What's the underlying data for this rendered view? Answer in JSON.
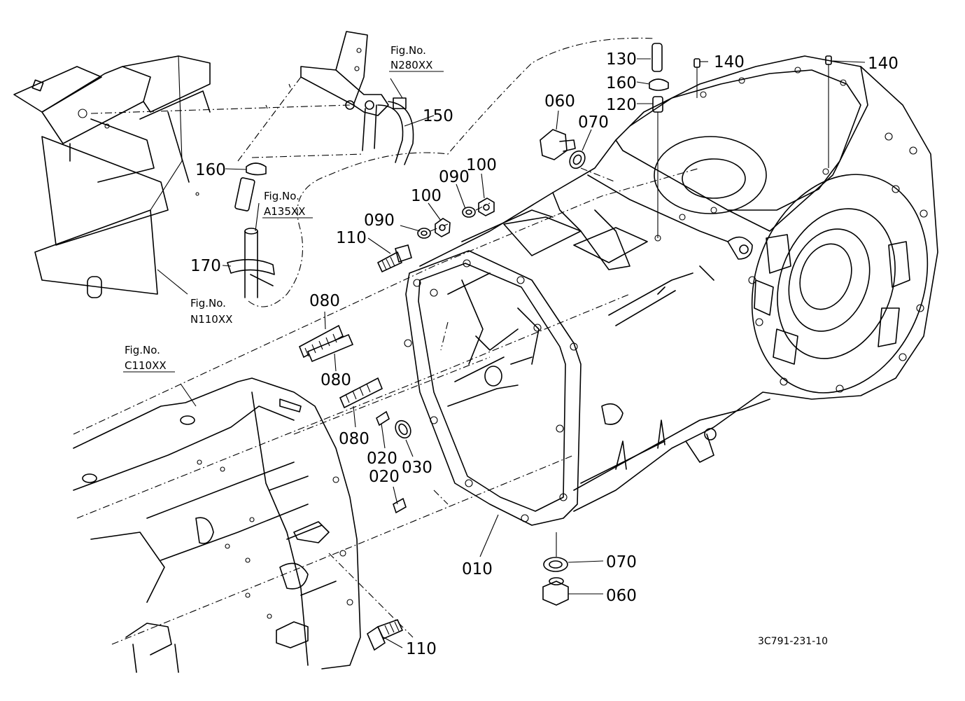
{
  "drawing_code": "3C791-231-10",
  "fig_refs": [
    {
      "line1": "Fig.No.",
      "line2": "N280XX"
    },
    {
      "line1": "Fig.No.",
      "line2": "A135XX"
    },
    {
      "line1": "Fig.No.",
      "line2": "N110XX"
    },
    {
      "line1": "Fig.No.",
      "line2": "C110XX"
    }
  ],
  "callouts": [
    "130",
    "140",
    "140",
    "160",
    "120",
    "060",
    "070",
    "150",
    "160",
    "100",
    "090",
    "100",
    "090",
    "110",
    "170",
    "080",
    "080",
    "080",
    "020",
    "030",
    "020",
    "010",
    "070",
    "060",
    "110"
  ]
}
